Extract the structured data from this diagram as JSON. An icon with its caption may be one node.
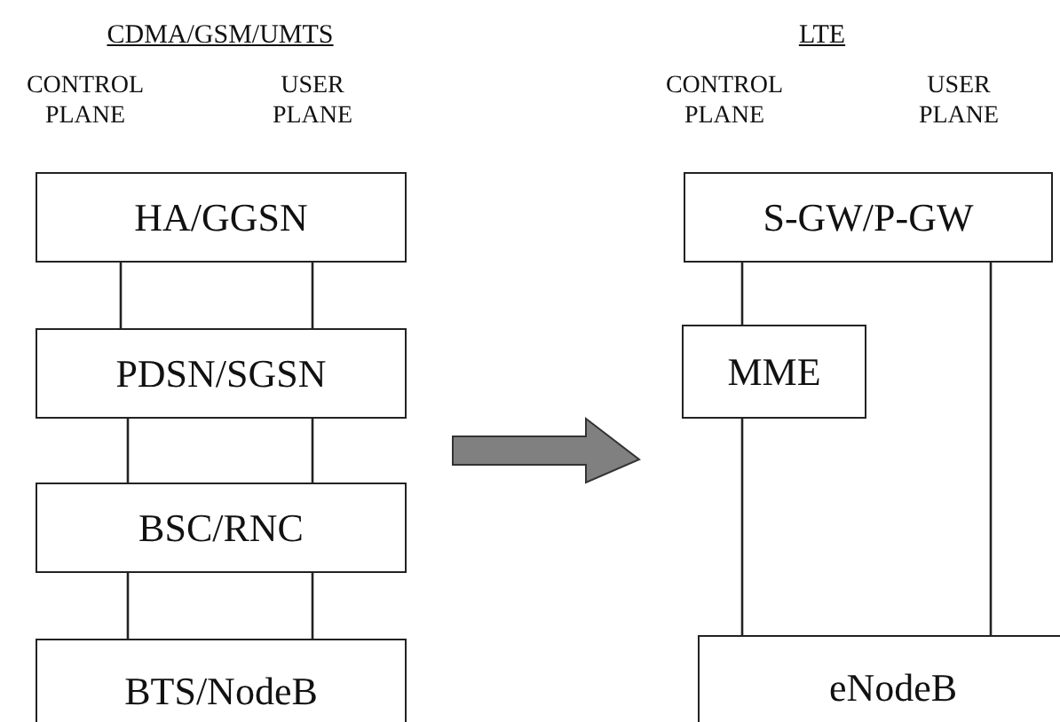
{
  "diagram": {
    "nodes": [
      {
        "text": [
          "HA/GGSN"
        ]
      },
      {
        "text": [
          "PDSN/SGSN"
        ]
      },
      {
        "text": [
          "BSC/RNC"
        ]
      },
      {
        "text": [
          "BTS/NodeB"
        ]
      },
      {
        "text": [
          "S-GW/P-GW"
        ]
      },
      {
        "text": [
          "MME"
        ]
      },
      {
        "text": [
          "eNodeB"
        ]
      }
    ],
    "edges": [
      {
        "from": 0,
        "to": 1,
        "arrow": "none"
      },
      {
        "from": 0,
        "to": 1,
        "arrow": "none"
      },
      {
        "from": 1,
        "to": 2,
        "arrow": "none"
      },
      {
        "from": 1,
        "to": 2,
        "arrow": "none"
      },
      {
        "from": 2,
        "to": 3,
        "arrow": "none"
      },
      {
        "from": 2,
        "to": 3,
        "arrow": "none"
      },
      {
        "from": 4,
        "to": 5,
        "arrow": "none"
      },
      {
        "from": 4,
        "to": 6,
        "arrow": "none"
      },
      {
        "from": 5,
        "to": 6,
        "arrow": "none"
      }
    ],
    "labels": [
      "CDMA/GSM/UMTS",
      "CONTROL PLANE",
      "USER PLANE",
      "LTE",
      "CONTROL PLANE",
      "USER PLANE"
    ]
  }
}
